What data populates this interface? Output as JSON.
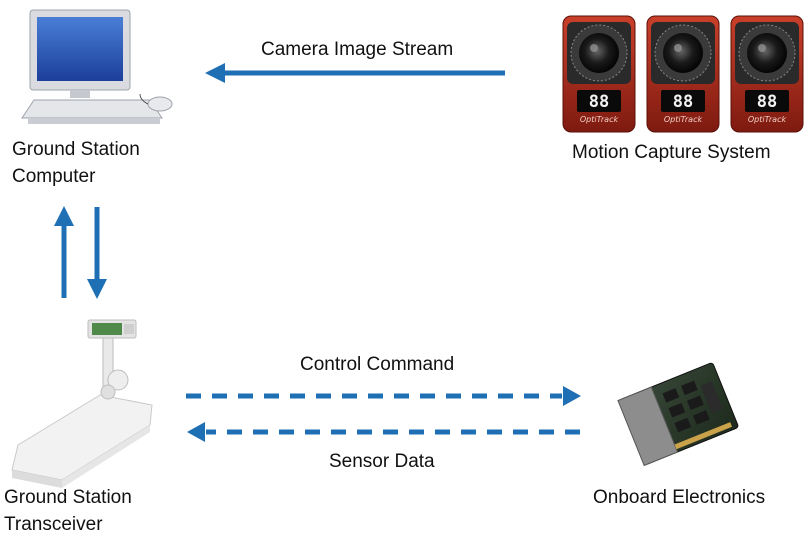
{
  "nodes": {
    "ground_station_computer": {
      "line1": "Ground Station",
      "line2": "Computer",
      "icon": "desktop-computer-icon"
    },
    "motion_capture_system": {
      "label": "Motion Capture System",
      "icon": "optitrack-camera-icon",
      "camera_count": 3,
      "camera_display": "88",
      "camera_brand": "OptiTrack"
    },
    "ground_station_transceiver": {
      "line1": "Ground Station",
      "line2": "Transceiver",
      "icon": "transceiver-icon"
    },
    "onboard_electronics": {
      "label": "Onboard Electronics",
      "icon": "circuit-board-icon"
    }
  },
  "edges": {
    "camera_image_stream": "Camera Image Stream",
    "control_command": "Control Command",
    "sensor_data": "Sensor Data"
  },
  "colors": {
    "arrow": "#1f6fb5",
    "camera_body": "#b52a1a",
    "text": "#111111"
  }
}
